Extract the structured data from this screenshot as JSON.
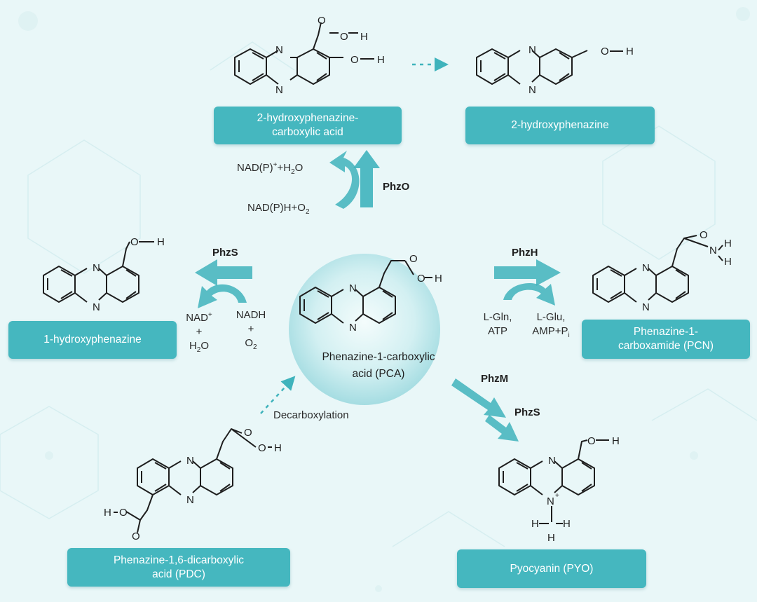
{
  "center": {
    "line1": "Phenazine-1-carboxylic",
    "line2": "acid (PCA)"
  },
  "boxes": {
    "hpca_line1": "2-hydroxyphenazine-",
    "hpca_line2": "carboxylic acid",
    "hp": "2-hydroxyphenazine",
    "ohp": "1-hydroxyphenazine",
    "pcn_line1": "Phenazine-1-",
    "pcn_line2": "carboxamide (PCN)",
    "pdc_line1": "Phenazine-1,6-dicarboxylic",
    "pdc_line2": "acid (PDC)",
    "pyo": "Pyocyanin (PYO)"
  },
  "enzymes": {
    "phzo": "PhzO",
    "phzs_left": "PhzS",
    "phzh": "PhzH",
    "phzm": "PhzM",
    "phzs_right": "PhzS"
  },
  "cofactors": {
    "phzo_out_a": "NAD(P)",
    "phzo_out_sup": "+",
    "phzo_out_b": "+H",
    "phzo_out_sub": "2",
    "phzo_out_c": "O",
    "phzo_in_a": "NAD(P)H+O",
    "phzo_in_sub": "2",
    "phzs_nad": "NAD",
    "phzs_nad_sup": "+",
    "plus": "+",
    "phzs_h": "H",
    "phzs_h_sub": "2",
    "phzs_o": "O",
    "phzs_nadh": "NADH",
    "phzs_o2": "O",
    "phzs_o2_sub": "2",
    "phzh_in_1": "L-Gln,",
    "phzh_in_2": "ATP",
    "phzh_out_1": "L-Glu,",
    "phzh_out_2a": "AMP+P",
    "phzh_out_sub": "i"
  },
  "decarboxylation": "Decarboxylation",
  "atoms": {
    "n": "N",
    "o": "O",
    "h": "H",
    "n_plus": "+"
  },
  "colors": {
    "background": "#e9f7f8",
    "box": "#45b7bf",
    "arrow": "#3fb3bc",
    "center_light": "#eefafb",
    "center_dark": "#8fd6dc"
  }
}
